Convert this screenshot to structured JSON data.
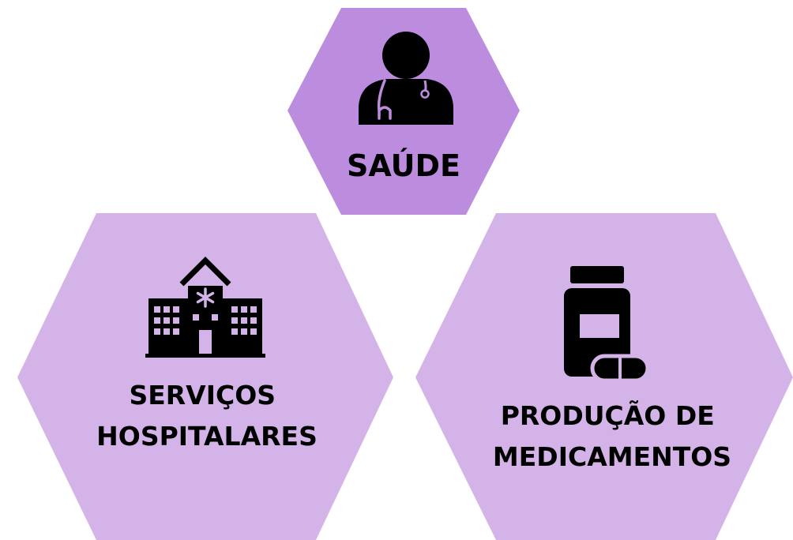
{
  "colors": {
    "top_hexagon": "#bc8ddf",
    "bottom_hexagons": "#d4b4e8",
    "icon": "#000000",
    "text": "#000000"
  },
  "nodes": [
    {
      "id": "saude",
      "label_lines": [
        "SAÚDE"
      ],
      "icon": "doctor-icon"
    },
    {
      "id": "servicos-hospitalares",
      "label_lines": [
        "SERVIÇOS",
        "HOSPITALARES"
      ],
      "icon": "hospital-icon"
    },
    {
      "id": "producao-de-medicamentos",
      "label_lines": [
        "PRODUÇÃO DE",
        "MEDICAMENTOS"
      ],
      "icon": "medicine-bottle-icon"
    }
  ]
}
